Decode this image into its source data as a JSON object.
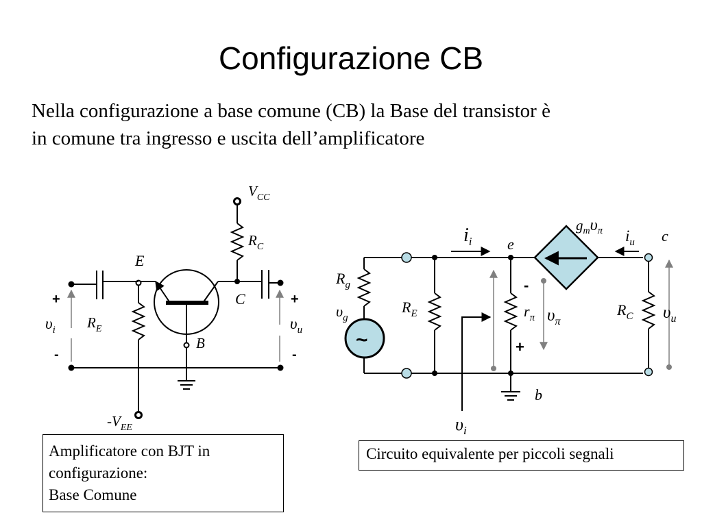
{
  "slide": {
    "title": "Configurazione CB",
    "intro_line1": "Nella configurazione a base comune (CB) la Base del transistor è",
    "intro_line2": "in comune tra ingresso e uscita dell’amplificatore"
  },
  "left_circuit": {
    "vcc": {
      "main": "V",
      "sub": "CC"
    },
    "rc": {
      "main": "R",
      "sub": "C"
    },
    "re": {
      "main": "R",
      "sub": "E"
    },
    "vee": {
      "main": "-V",
      "sub": "EE"
    },
    "node_e": "E",
    "node_c": "C",
    "node_b": "B",
    "vi": {
      "main": "υ",
      "sub": "i"
    },
    "vu": {
      "main": "υ",
      "sub": "u"
    },
    "plus": "+",
    "minus": "-"
  },
  "right_circuit": {
    "ii": {
      "main": "i",
      "sub": "i"
    },
    "e": "e",
    "gm": {
      "main": "g",
      "sub": "m",
      "tail": "υ",
      "tailsub": "π"
    },
    "iu": {
      "main": "i",
      "sub": "u"
    },
    "c": "c",
    "rg": {
      "main": "R",
      "sub": "g"
    },
    "vg": {
      "main": "υ",
      "sub": "g"
    },
    "source": "~",
    "re": {
      "main": "R",
      "sub": "E"
    },
    "rpi": {
      "main": "r",
      "sub": "π"
    },
    "vpi": {
      "main": "υ",
      "sub": "π"
    },
    "rc": {
      "main": "R",
      "sub": "C"
    },
    "vu": {
      "main": "υ",
      "sub": "u"
    },
    "b": "b",
    "vi": {
      "main": "υ",
      "sub": "i"
    },
    "plus": "+",
    "minus": "-"
  },
  "captions": {
    "left_line1": "Amplificatore con BJT in",
    "left_line2": "configurazione:",
    "left_line3": "Base Comune",
    "right": "Circuito equivalente per piccoli segnali"
  },
  "colors": {
    "terminal_fill": "#b9dde6",
    "source_fill": "#b9dde6",
    "arrow_gray": "#808080"
  }
}
